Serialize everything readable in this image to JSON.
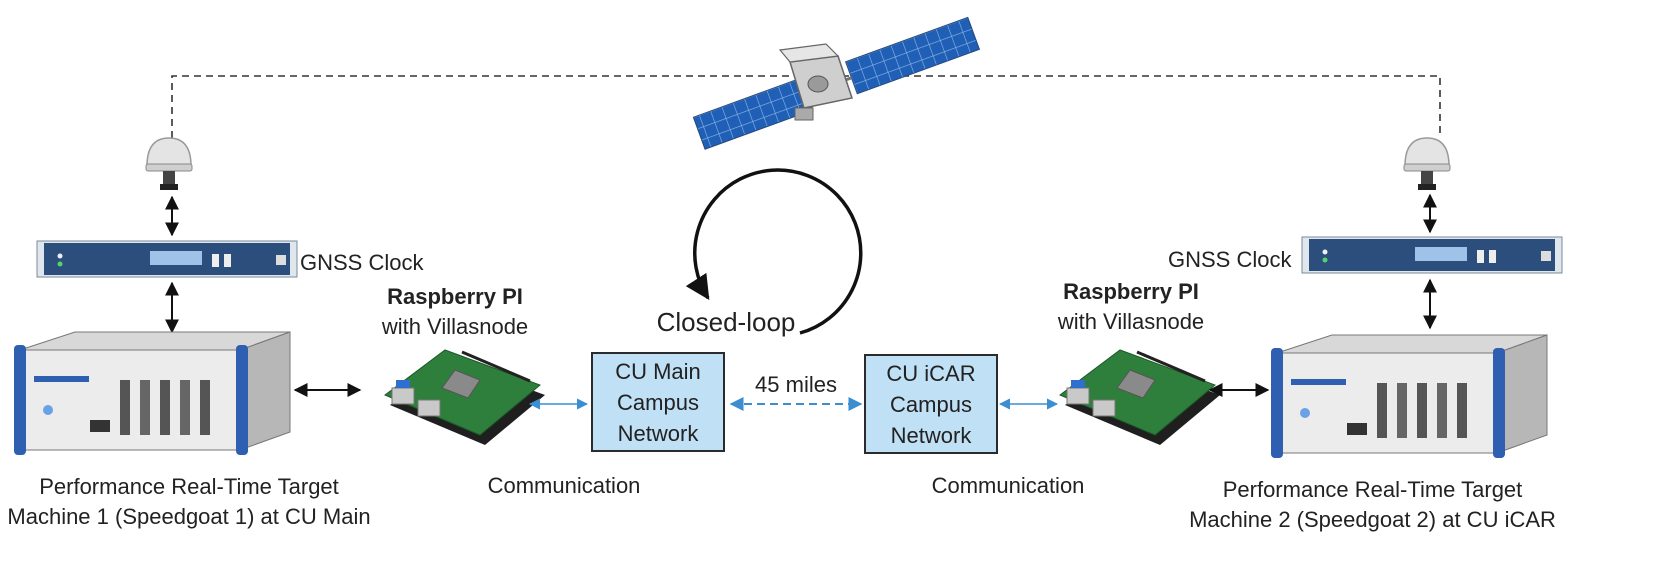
{
  "labels": {
    "gnss_left": "GNSS Clock",
    "gnss_right": "GNSS Clock",
    "pi_left_title": "Raspberry PI",
    "pi_left_sub": "with Villasnode",
    "pi_right_title": "Raspberry PI",
    "pi_right_sub": "with Villasnode",
    "closed_loop": "Closed-loop",
    "distance": "45 miles",
    "comm_left": "Communication",
    "comm_right": "Communication",
    "target_left_line1": "Performance Real-Time Target",
    "target_left_line2": "Machine 1 (Speedgoat 1) at CU Main",
    "target_right_line1": "Performance Real-Time Target",
    "target_right_line2": "Machine 2 (Speedgoat 2) at CU iCAR"
  },
  "networks": {
    "main": "CU Main\nCampus\nNetwork",
    "icar": "CU iCAR\nCampus\nNetwork"
  },
  "colors": {
    "network_fill": "#bfe0f5",
    "comm_arrow": "#3b8ed0",
    "pcb_green": "#2f7f3c",
    "solar_panel": "#1f5fb5"
  },
  "icons": [
    "satellite-icon",
    "gnss-antenna-icon",
    "gnss-clock-rack-icon",
    "raspberry-pi-icon",
    "speedgoat-machine-icon"
  ]
}
